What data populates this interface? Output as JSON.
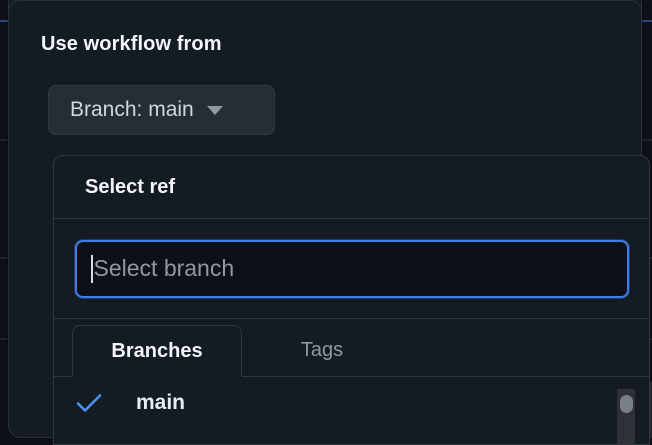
{
  "dialog": {
    "heading": "Use workflow from",
    "branch_button": {
      "label": "Branch: main",
      "caret_icon": "chevron-down-icon"
    }
  },
  "select_ref_panel": {
    "title": "Select ref",
    "filter": {
      "value": "",
      "placeholder": "Select branch",
      "focused": true,
      "caret_visible": true
    },
    "tabs": [
      {
        "label": "Branches",
        "active": true
      },
      {
        "label": "Tags",
        "active": false
      }
    ],
    "items": [
      {
        "label": "main",
        "selected": true,
        "check_icon": "check-icon"
      }
    ]
  },
  "scrollbars": {
    "list_thumb": "scrollbar-thumb",
    "dialog_thumb": "scrollbar-thumb"
  },
  "colors": {
    "accent_blue": "#3f7ce8",
    "check_blue": "#4493f8",
    "dialog_bg": "#151b23",
    "panel_border": "#2f3742",
    "input_bg": "#0d1117",
    "text_primary": "#f0f6fc",
    "text_muted": "#9198a1",
    "button_bg": "#272d36",
    "scrollbar_thumb": "#787f86"
  }
}
